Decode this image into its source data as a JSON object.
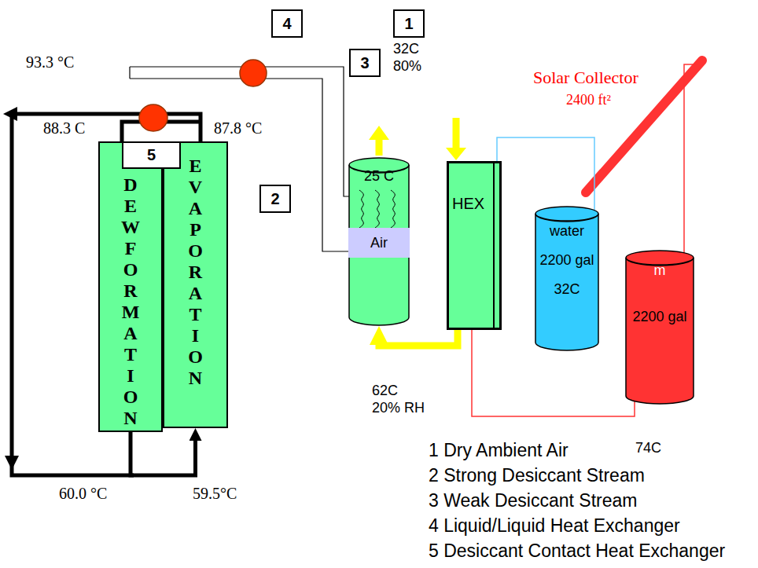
{
  "diagram": {
    "nodes": [
      {
        "text": [
          "4"
        ]
      },
      {
        "text": [
          "1"
        ]
      },
      {
        "text": [
          "3"
        ]
      },
      {
        "text": [
          "2"
        ]
      },
      {
        "text": [
          "DEWFORMATION"
        ]
      },
      {
        "text": [
          "EVAPORATION"
        ]
      },
      {
        "text": [
          "5"
        ]
      },
      {
        "text": [
          "25 C"
        ]
      },
      {
        "text": [
          "Air"
        ],
        "in": 7
      },
      {
        "text": [
          "HEX"
        ]
      },
      {
        "text": [
          "water",
          "2200 gal",
          "32C"
        ]
      },
      {
        "text": [
          "m",
          "2200 gal"
        ]
      }
    ],
    "edges": [
      {
        "from": 4,
        "to": 5,
        "arrow": "to"
      },
      {
        "from": 9,
        "to": 7,
        "arrow": "to"
      },
      {
        "from": 9,
        "to": 10,
        "arrow": "none"
      },
      {
        "from": 11,
        "to": 9,
        "arrow": "none"
      }
    ],
    "labels": [
      "93.3 °C",
      "88.3 C",
      "87.8 °C",
      "60.0 °C",
      "59.5°C",
      "32C",
      "80%",
      "Solar Collector",
      "2400 ft²",
      "62C",
      "20% RH",
      "74C",
      "1 Dry Ambient Air",
      "2 Strong Desiccant Stream",
      "3 Weak Desiccant Stream",
      "4 Liquid/Liquid Heat Exchanger",
      "5 Desiccant Contact Heat Exchanger"
    ]
  }
}
